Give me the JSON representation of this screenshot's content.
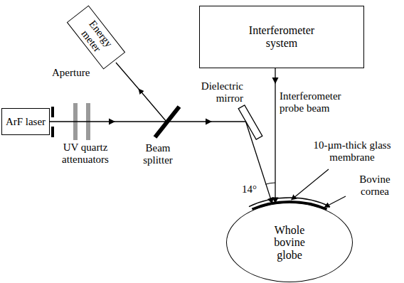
{
  "diagram": {
    "nodes": [
      {
        "text": [
          "ArF laser"
        ]
      },
      {
        "text": [
          "Energy meter"
        ]
      },
      {
        "text": [
          "Interferometer system"
        ]
      },
      {
        "text": [
          "Whole bovine globe"
        ]
      }
    ],
    "edges": [
      {
        "from": 0,
        "to": 3,
        "arrow": "to"
      },
      {
        "from": 2,
        "to": 3,
        "arrow": "to"
      }
    ],
    "labels": [
      "Aperture",
      "UV quartz attenuators",
      "Beam splitter",
      "Dielectric mirror",
      "Interferometer probe beam",
      "10-µm-thick glass membrane",
      "14°",
      "Bovine cornea"
    ]
  }
}
